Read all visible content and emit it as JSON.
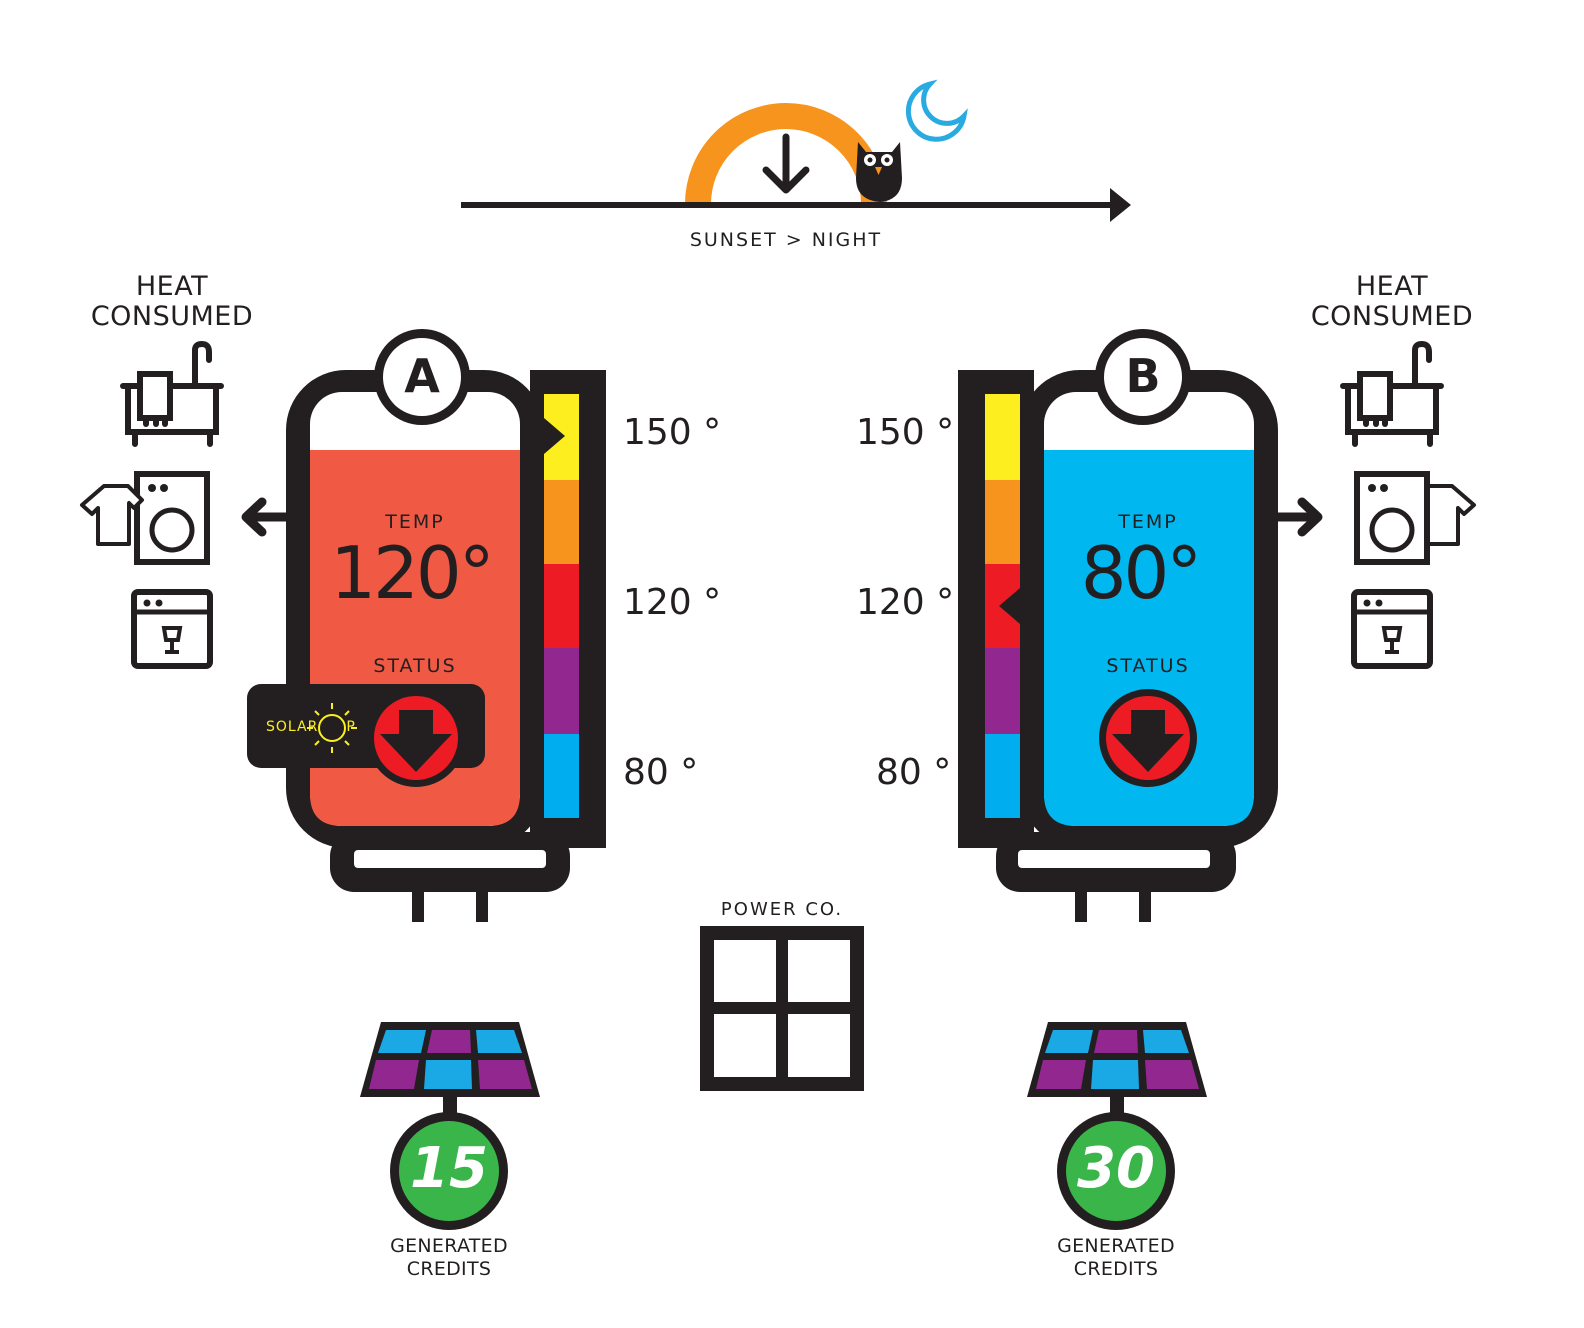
{
  "timeline": {
    "label": "SUNSET > NIGHT"
  },
  "heat_consumed": {
    "left_label": "HEAT\nCONSUMED",
    "right_label": "HEAT\nCONSUMED"
  },
  "scale": {
    "ticks": [
      "150 °",
      "120 °",
      "80 °"
    ]
  },
  "heater_a": {
    "id": "A",
    "temp_label": "TEMP",
    "temp_value": "120°",
    "status_label": "STATUS",
    "solarop_text": "SOLAR",
    "solarop_suffix": "P",
    "fill_color": "#f05a44",
    "credits": "15",
    "credits_label": "GENERATED\nCREDITS"
  },
  "heater_b": {
    "id": "B",
    "temp_label": "TEMP",
    "temp_value": "80°",
    "status_label": "STATUS",
    "fill_color": "#00b7ef",
    "credits": "30",
    "credits_label": "GENERATED\nCREDITS"
  },
  "power_co": {
    "label": "POWER CO."
  },
  "colors": {
    "scale": [
      "#fcee1f",
      "#f7941e",
      "#ed1c24",
      "#92278f",
      "#00aeef"
    ],
    "sun_arc": "#f7941e",
    "moon": "#29abe2",
    "credit_circle": "#39b54a",
    "status_red": "#ed1c24",
    "solarop_yellow": "#fcee1f"
  },
  "icons": [
    "bathtub-icon",
    "washing-machine-icon",
    "dishwasher-icon",
    "owl-icon",
    "moon-icon",
    "solar-panel-icon",
    "power-grid-icon"
  ]
}
